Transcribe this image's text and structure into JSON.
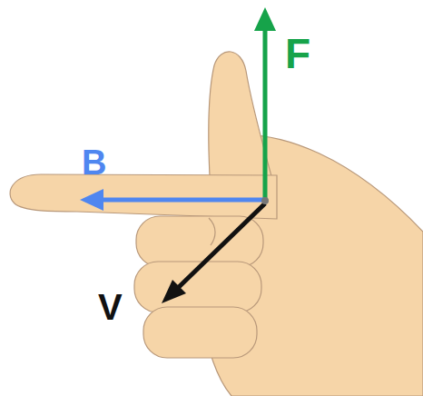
{
  "diagram": {
    "labels": [
      "F",
      "B",
      "V"
    ]
  }
}
